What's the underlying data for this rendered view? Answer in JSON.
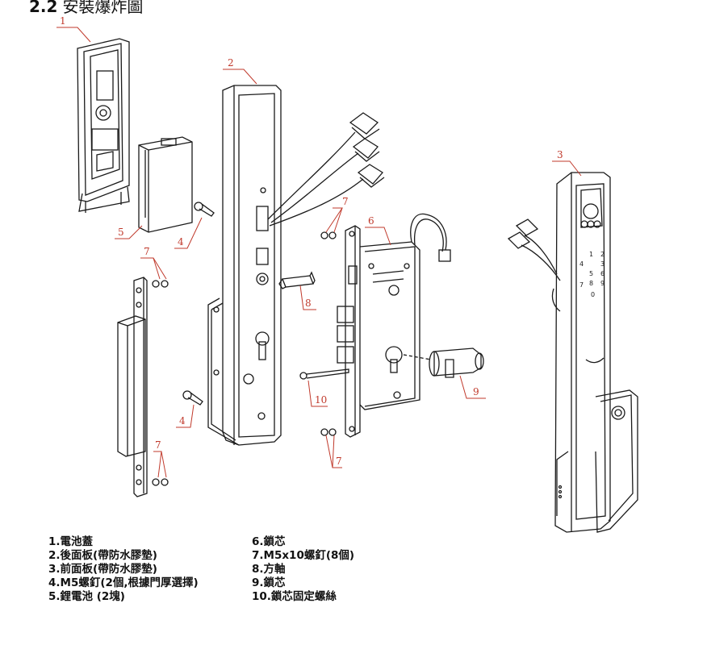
{
  "heading": {
    "number": "2.2",
    "title": "安裝爆炸圖"
  },
  "callouts": [
    "1",
    "2",
    "3",
    "4",
    "4",
    "5",
    "6",
    "7",
    "7",
    "7",
    "7",
    "8",
    "9",
    "10"
  ],
  "legend_left": [
    "1.電池蓋",
    "2.後面板(帶防水膠墊)",
    "3.前面板(帶防水膠墊)",
    "4.M5螺釘(2個,根據門厚選擇)",
    "5.鋰電池 (2塊)"
  ],
  "legend_right": [
    "6.鎖芯",
    "7.M5x10螺釘(8個)",
    "8.方軸",
    "9.鎖芯",
    "10.鎖芯固定螺絲"
  ],
  "keypad_digits": [
    "1",
    "2",
    "3",
    "4",
    "5",
    "6",
    "7",
    "8",
    "9",
    "0"
  ]
}
